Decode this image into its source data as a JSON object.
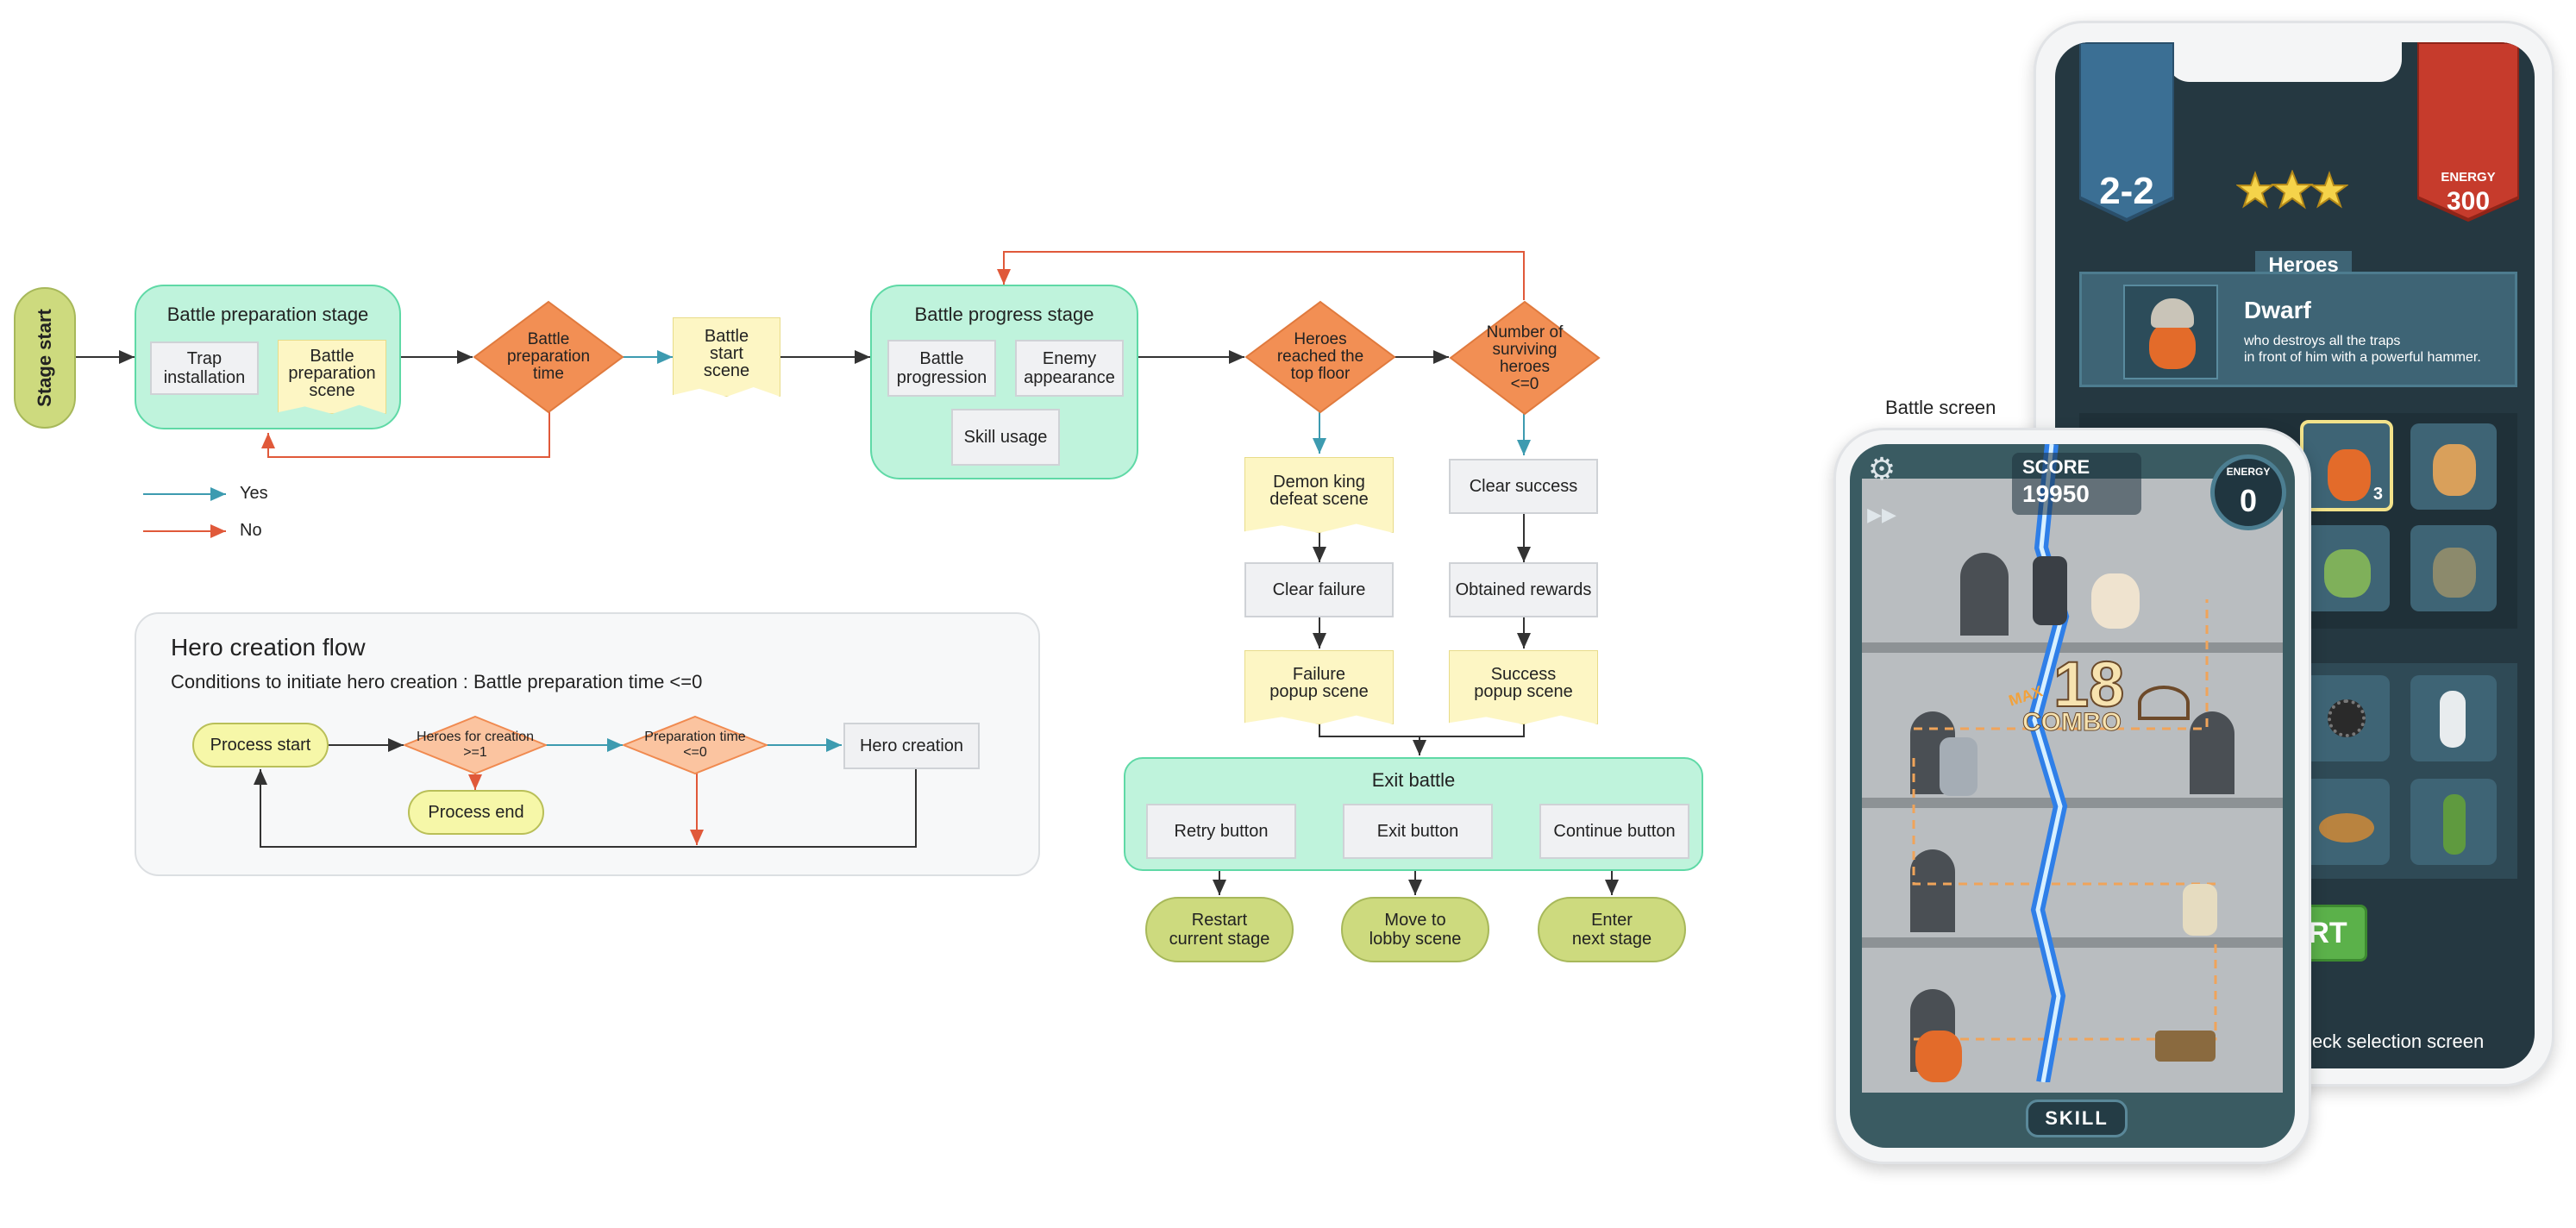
{
  "legend": {
    "yes": "Yes",
    "no": "No"
  },
  "flow": {
    "stage_start": "Stage start",
    "prep_stage": {
      "title": "Battle preparation stage",
      "trap": "Trap\ninstallation",
      "scene": "Battle\npreparation\nscene"
    },
    "prep_time": "Battle\npreparation\ntime",
    "battle_start_scene": "Battle\nstart\nscene",
    "progress_stage": {
      "title": "Battle progress stage",
      "progression": "Battle\nprogression",
      "enemy": "Enemy\nappearance",
      "skill": "Skill usage"
    },
    "top_floor": "Heroes\nreached the\ntop floor",
    "surviving": "Number of\nsurviving\nheroes\n<=0",
    "demon_scene": "Demon king\ndefeat scene",
    "clear_failure": "Clear failure",
    "failure_popup": "Failure\npopup scene",
    "clear_success": "Clear success",
    "obtained_rewards": "Obtained rewards",
    "success_popup": "Success\npopup scene",
    "exit_battle": {
      "title": "Exit battle",
      "retry": "Retry button",
      "exit": "Exit button",
      "continue": "Continue button"
    },
    "restart": "Restart\ncurrent stage",
    "lobby": "Move to\nlobby scene",
    "next": "Enter\nnext stage"
  },
  "hero_flow": {
    "title": "Hero creation flow",
    "condition": "Conditions to initiate hero creation : Battle preparation time <=0",
    "process_start": "Process start",
    "heroes_for_creation": "Heroes for creation\n>=1",
    "process_end": "Process end",
    "preparation_time": "Preparation time\n<=0",
    "hero_creation": "Hero creation"
  },
  "battle_screen": {
    "caption": "Battle screen",
    "score_label": "SCORE",
    "score_value": "19950",
    "energy_label": "ENERGY",
    "energy_value": "0",
    "combo_max": "MAX",
    "combo_number": "18",
    "combo_label": "COMBO",
    "skill_button": "SKILL"
  },
  "deck_screen": {
    "caption": "Deck selection screen",
    "stage": "2-2",
    "energy_label": "ENERGY",
    "energy_value": "300",
    "tab": "Heroes",
    "hero_name": "Dwarf",
    "hero_desc": "who destroys all the traps\nin front of him with a powerful hammer.",
    "card_count": "3",
    "start_button": "RT"
  },
  "colors": {
    "yes_arrow": "#3d9bb0",
    "no_arrow": "#e0593a",
    "diamond": "#f28f54",
    "green_stage": "#bff3dc",
    "deck_bg": "#253841",
    "stage_banner": "#3b6f94",
    "energy_banner": "#c63b2c"
  }
}
